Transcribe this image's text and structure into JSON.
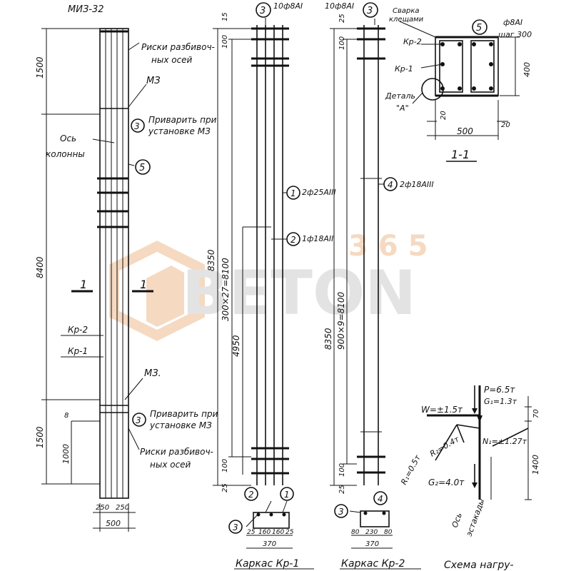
{
  "colors": {
    "ink": "#111111",
    "watermark": "#f2c9a8",
    "watermark_gray": "#d8d8d8"
  },
  "watermark": {
    "num": "365",
    "word": "BETON"
  },
  "column": {
    "top_label": "МИЗ-32",
    "risk_label_1": "Риски разбивоч-",
    "risk_label_2": "ных осей",
    "mz_label": "МЗ",
    "weld_label_1": "Приварить при",
    "weld_label_2": "установке МЗ",
    "axis_label_1": "Ось",
    "axis_label_2": "колонны",
    "kr2": "Кр-2",
    "kr1": "Кр-1",
    "mz_label_2": "МЗ.",
    "section_mark": "1",
    "dims": {
      "total": "8400",
      "top": "1500",
      "bottom": "1500",
      "bottom_inner": "1000",
      "small": "8",
      "base_left": "250",
      "base_right": "250",
      "base_total": "500"
    }
  },
  "frame1": {
    "title": "Каркас Кр-1",
    "top_rebar": "10ф8АI",
    "rebar1": "2ф25АIII",
    "rebar2": "1ф18АII",
    "dims": {
      "total": "8350",
      "spacing": "300×27=8100",
      "inner": "4950",
      "top15": "15",
      "top100": "100",
      "bot100": "100",
      "bot25": "25",
      "w_a": "25",
      "w_b": "160",
      "w_c": "160",
      "w_d": "25",
      "w_total": "370"
    }
  },
  "frame2": {
    "title": "Каркас Кр-2",
    "top_rebar": "10ф8АI",
    "top_note_1": "Сварка",
    "top_note_2": "клещами",
    "rebar4": "2ф18АIII",
    "dims": {
      "total": "8350",
      "spacing": "900×9=8100",
      "top25": "25",
      "top100": "100",
      "bot100": "100",
      "bot25": "25",
      "w_a": "80",
      "w_b": "230",
      "w_c": "80",
      "w_total": "370"
    }
  },
  "section": {
    "title": "1-1",
    "stirrup_1": "ф8АI",
    "stirrup_2": "шаг 300",
    "kr2": "Кр-2",
    "kr1": "Кр-1",
    "detail_1": "Деталь",
    "detail_2": "\"А\"",
    "dims": {
      "height": "400",
      "width": "500",
      "c1": "20",
      "c2": "20"
    }
  },
  "load_scheme": {
    "title": "Схема нагру-",
    "p": "P=6.5т",
    "g1": "G₁=1.3т",
    "w": "W=±1.5т",
    "n1": "N₁=±1.27т",
    "r1": "R₁=0.5т",
    "r2": "R₂=0.4т",
    "g2": "G₂=4.0т",
    "axis_1": "Ось",
    "axis_2": "эстакады",
    "d70": "70",
    "d1400": "1400"
  },
  "marks": {
    "m1": "1",
    "m2": "2",
    "m3": "3",
    "m4": "4",
    "m5": "5"
  }
}
